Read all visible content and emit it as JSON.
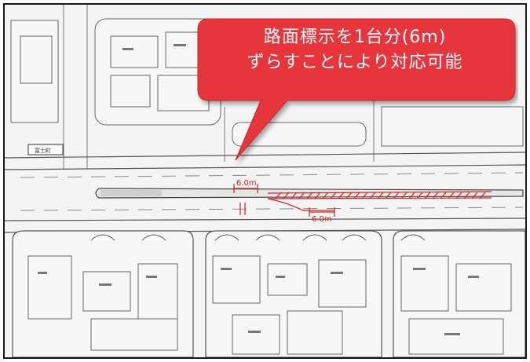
{
  "callout": {
    "line1": "路面標示を1台分(6m)",
    "line2": "ずらすことにより対応可能",
    "color": "#e8343a"
  },
  "dimensions": {
    "upper": "6.0m",
    "lower": "6.0m",
    "color": "#d21e1e"
  },
  "station_label": "富士町"
}
